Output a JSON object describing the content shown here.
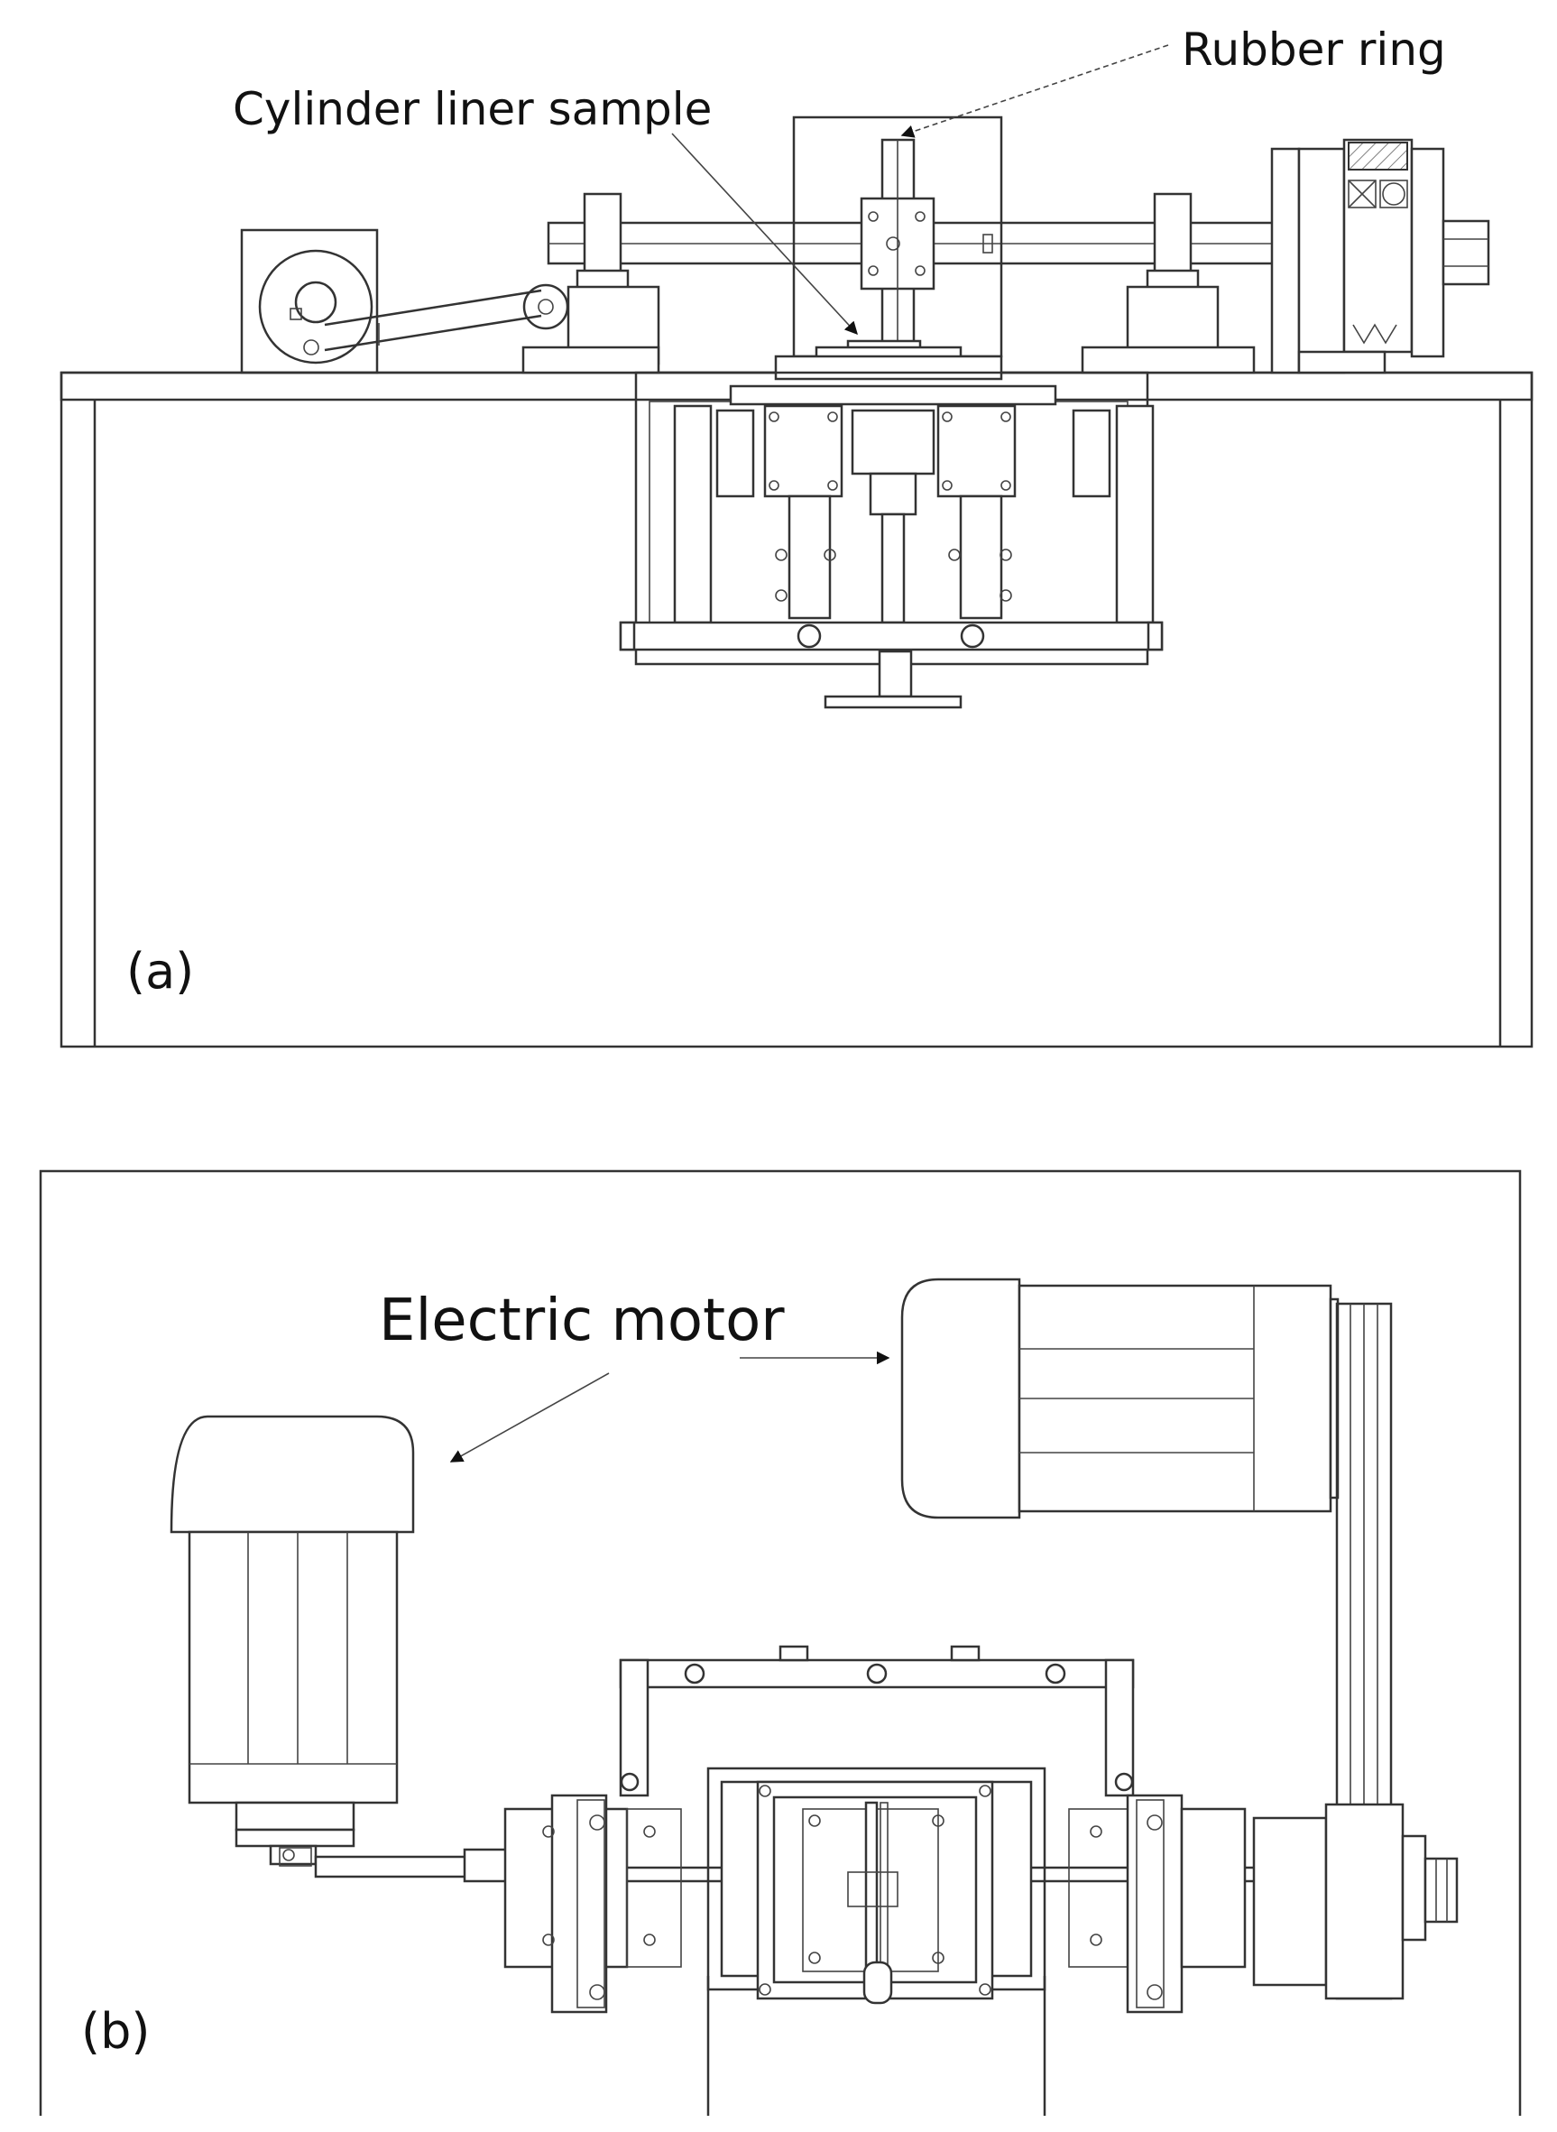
{
  "labels": {
    "rubber_ring": "Rubber ring",
    "cylinder_liner_sample": "Cylinder liner sample",
    "electric_motor": "Electric motor",
    "panel_a": "(a)",
    "panel_b": "(b)"
  }
}
